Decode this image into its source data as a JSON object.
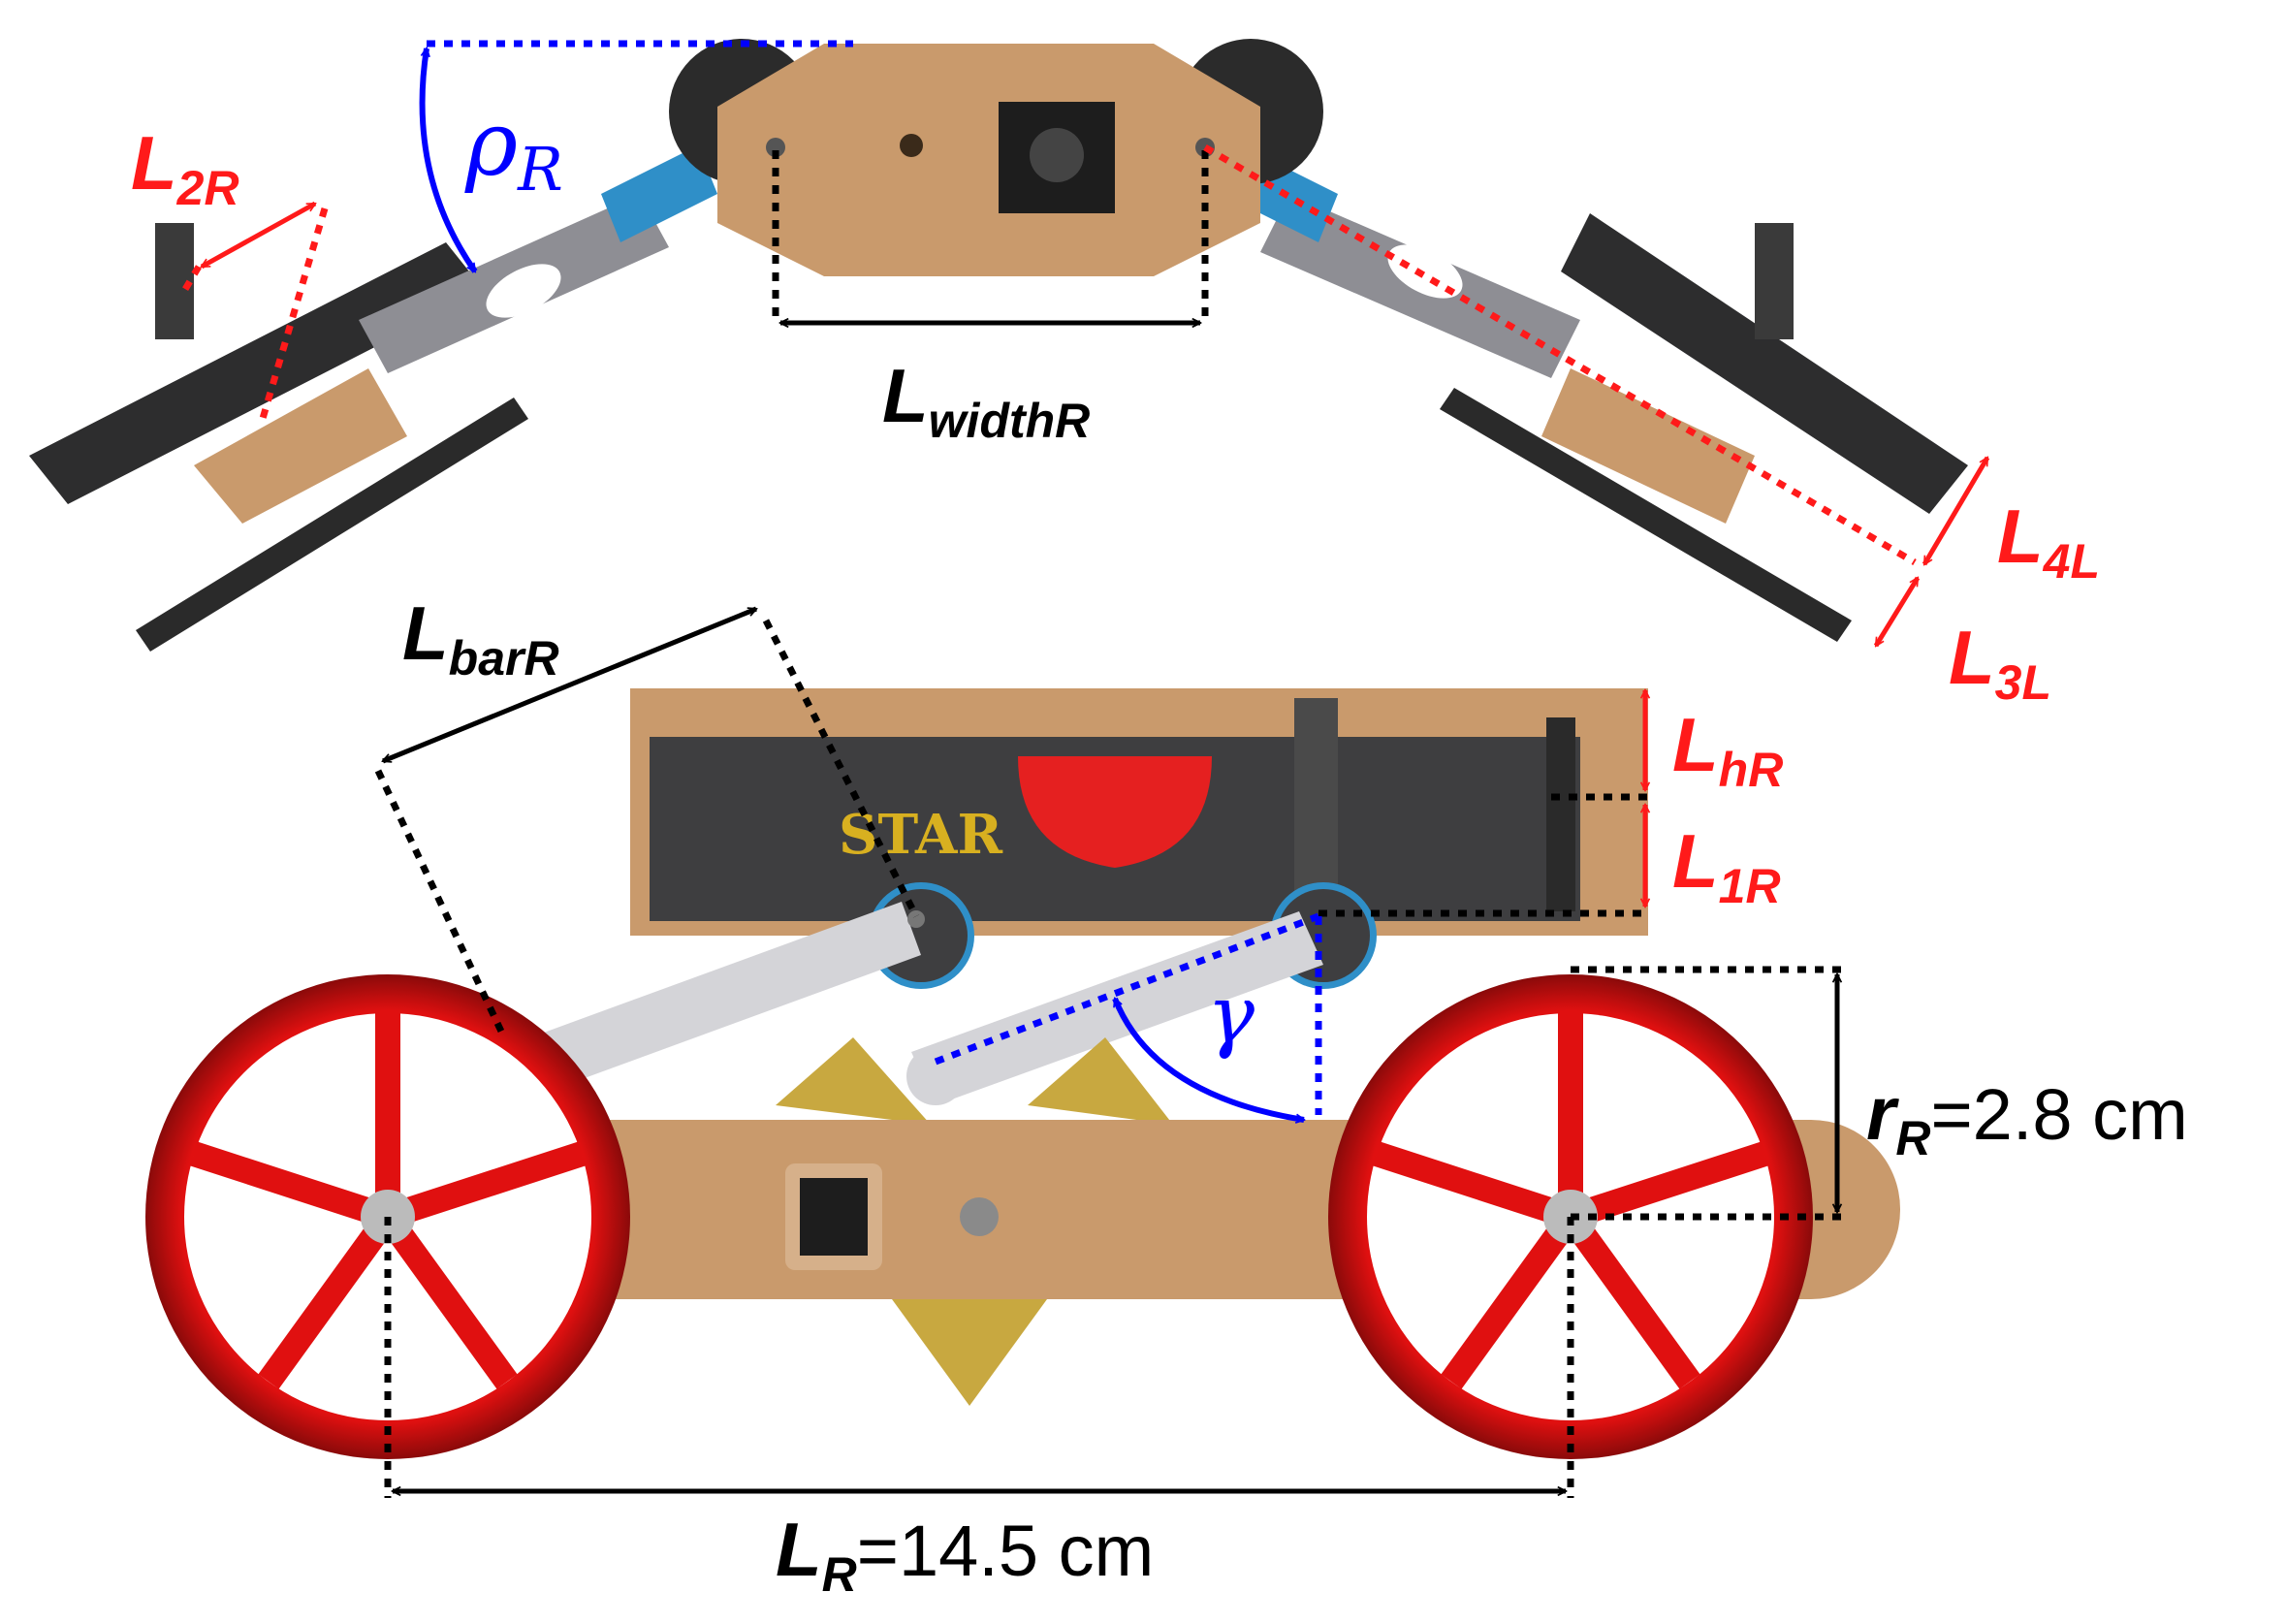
{
  "labels": {
    "L2R": {
      "main": "L",
      "sub": "2R"
    },
    "rhoR": {
      "main": "ρ",
      "sub": "R"
    },
    "LwidthR": {
      "main": "L",
      "sub": "widthR"
    },
    "L4L": {
      "main": "L",
      "sub": "4L"
    },
    "L3L": {
      "main": "L",
      "sub": "3L"
    },
    "LbarR": {
      "main": "L",
      "sub": "barR"
    },
    "LhR": {
      "main": "L",
      "sub": "hR"
    },
    "L1R": {
      "main": "L",
      "sub": "1R"
    },
    "gamma": {
      "main": "γ"
    },
    "rR": {
      "main": "r",
      "sub": "R",
      "value": "=2.8 cm"
    },
    "LR": {
      "main": "L",
      "sub": "R",
      "value": "=14.5 cm"
    }
  },
  "brand": "STAR",
  "colors": {
    "red_dim": "#ff1a1a",
    "blue_dim": "#0000ff",
    "black_dim": "#000000",
    "body_tan": "#c99a6c",
    "wheel_red": "#e01010",
    "link_gray": "#8e8e94",
    "dark_plate": "#2e2e30",
    "gear_blue": "#2f8fc8",
    "brass": "#c8a840"
  }
}
